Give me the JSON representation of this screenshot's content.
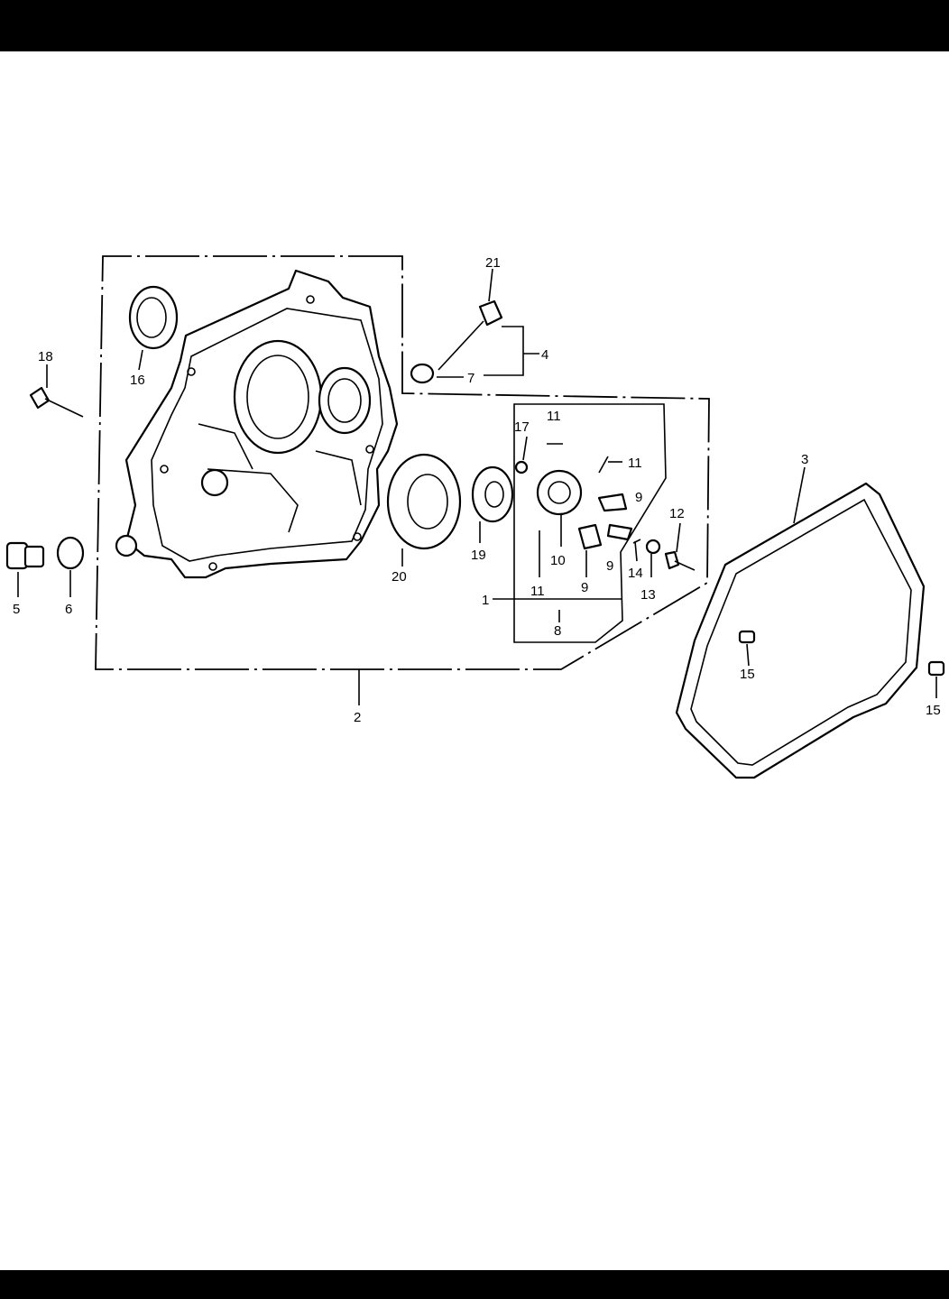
{
  "callouts": {
    "c1": "1",
    "c2": "2",
    "c3": "3",
    "c4": "4",
    "c5": "5",
    "c6": "6",
    "c7": "7",
    "c8": "8",
    "c9a": "9",
    "c9b": "9",
    "c9c": "9",
    "c10": "10",
    "c11a": "11",
    "c11b": "11",
    "c11c": "11",
    "c12": "12",
    "c13": "13",
    "c14": "14",
    "c15a": "15",
    "c15b": "15",
    "c16": "16",
    "c17": "17",
    "c18": "18",
    "c19": "19",
    "c20": "20",
    "c21": "21"
  },
  "colors": {
    "bar": "#000000",
    "ink": "#000000",
    "background": "#ffffff"
  }
}
